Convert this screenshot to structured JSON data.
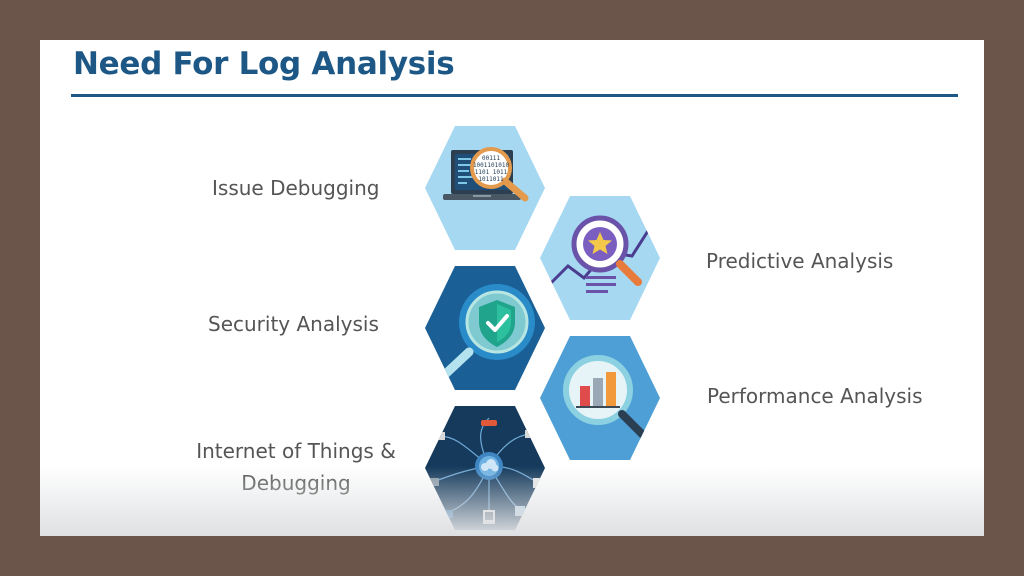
{
  "slide": {
    "title": "Need For Log Analysis",
    "accent_color": "#1c5785"
  },
  "items": [
    {
      "label": "Issue Debugging",
      "icon": "laptop-magnifier-icon",
      "hex_color": "#a6d8f2"
    },
    {
      "label": "Predictive Analysis",
      "icon": "magnifier-star-icon",
      "hex_color": "#a6d8f2"
    },
    {
      "label": "Security Analysis",
      "icon": "shield-check-icon",
      "hex_color": "#1a5f95"
    },
    {
      "label": "Performance Analysis",
      "icon": "bar-chart-magnifier-icon",
      "hex_color": "#4d9fd6"
    },
    {
      "label_line1": "Internet of Things &",
      "label_line2": "Debugging",
      "icon": "iot-network-icon",
      "hex_color": "#153a5c"
    }
  ],
  "icon_text": {
    "binary_1": "00111",
    "binary_2": "1001101010",
    "binary_3": "1101 1011",
    "binary_4": "1011011"
  }
}
